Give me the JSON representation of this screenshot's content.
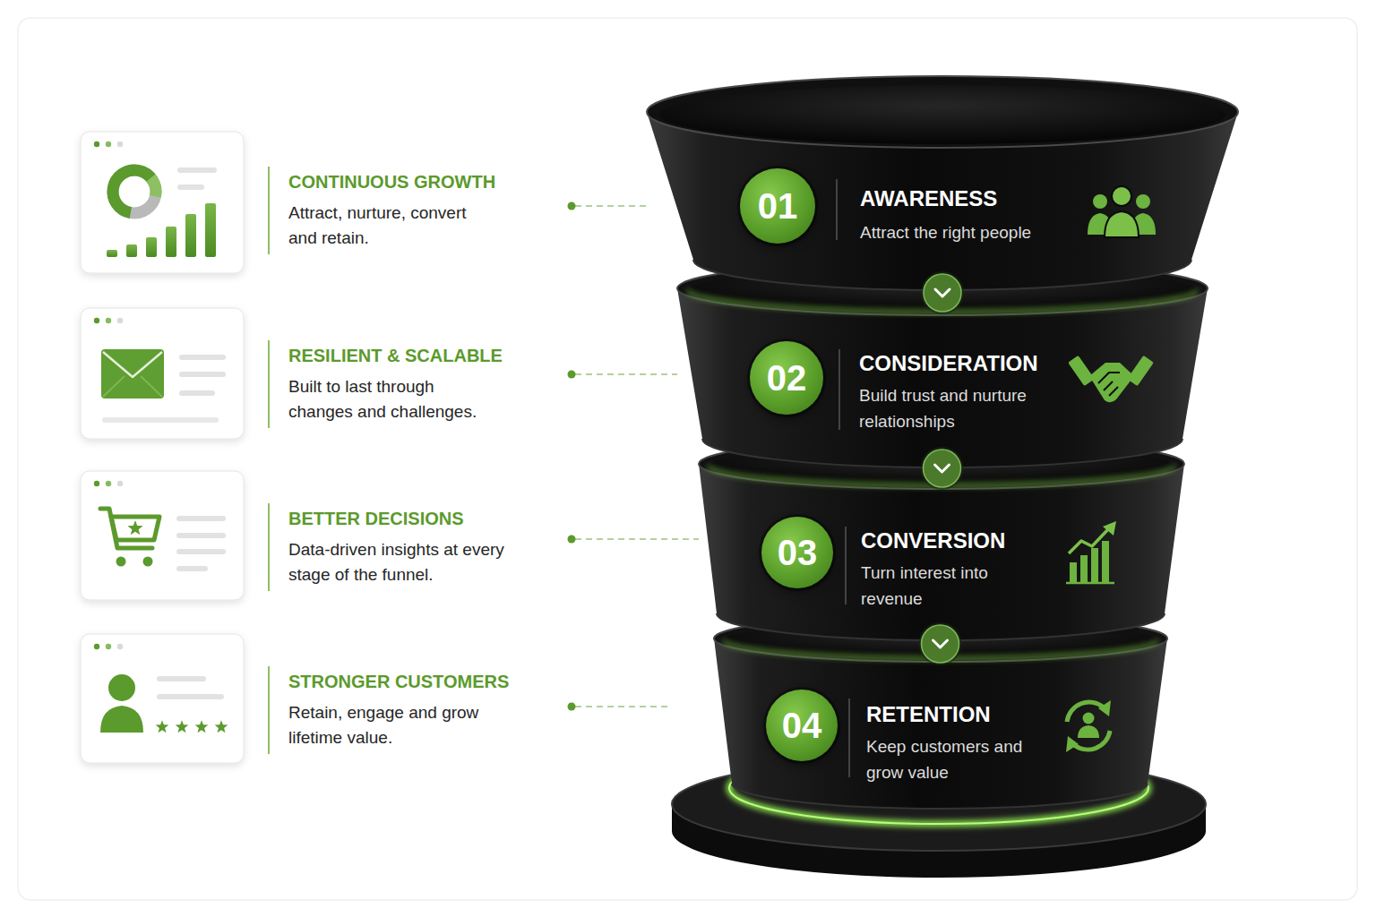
{
  "diagram": {
    "nodes": [
      {
        "text": [
          "CONTINUOUS GROWTH",
          "Attract, nurture, convert and retain."
        ]
      },
      {
        "text": [
          "RESILIENT & SCALABLE",
          "Built to last through changes and challenges."
        ]
      },
      {
        "text": [
          "BETTER DECISIONS",
          "Data-driven insights at every stage of the funnel."
        ]
      },
      {
        "text": [
          "STRONGER CUSTOMERS",
          "Retain, engage and grow lifetime value."
        ]
      },
      {
        "text": [
          "AWARENESS",
          "Attract the right people"
        ]
      },
      {
        "text": [
          "01"
        ],
        "in": 4
      },
      {
        "text": [
          "CONSIDERATION",
          "Build trust and nurture relationships"
        ]
      },
      {
        "text": [
          "02"
        ],
        "in": 6
      },
      {
        "text": [
          "CONVERSION",
          "Turn interest into revenue"
        ]
      },
      {
        "text": [
          "03"
        ],
        "in": 8
      },
      {
        "text": [
          "RETENTION",
          "Keep customers and grow value"
        ]
      },
      {
        "text": [
          "04"
        ],
        "in": 10
      }
    ],
    "edges": [
      {
        "from": 0,
        "to": 4,
        "arrow": "none"
      },
      {
        "from": 1,
        "to": 6,
        "arrow": "none"
      },
      {
        "from": 2,
        "to": 8,
        "arrow": "none"
      },
      {
        "from": 3,
        "to": 10,
        "arrow": "none"
      },
      {
        "from": 4,
        "to": 6,
        "arrow": "to"
      },
      {
        "from": 6,
        "to": 8,
        "arrow": "to"
      },
      {
        "from": 8,
        "to": 10,
        "arrow": "to"
      }
    ]
  }
}
